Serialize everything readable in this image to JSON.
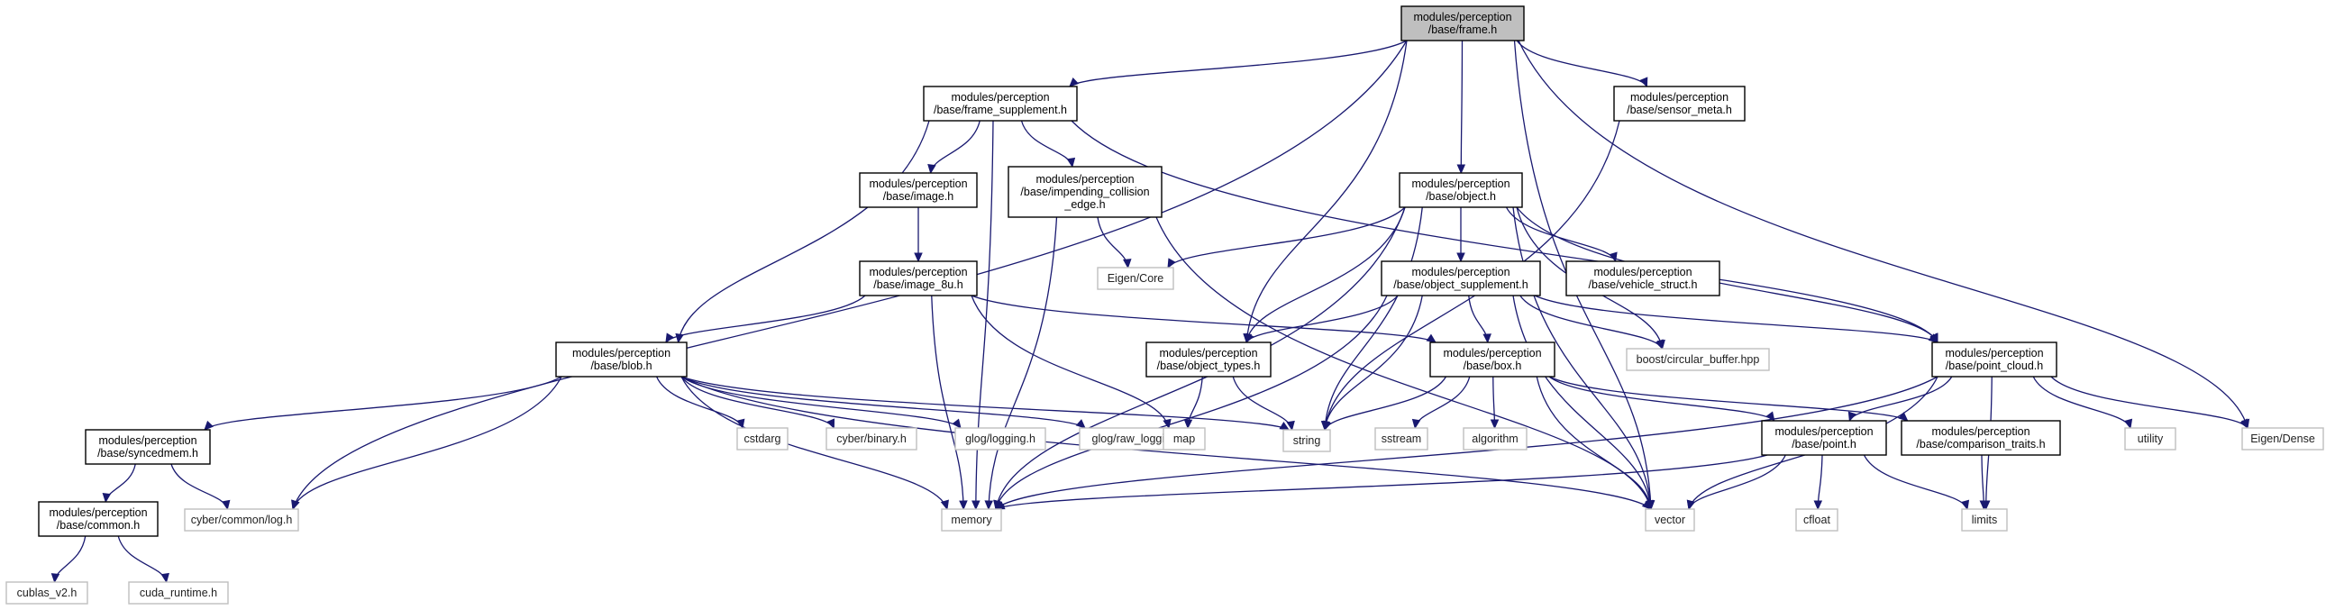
{
  "graph": {
    "nodes": [
      {
        "id": "frame",
        "kind": "root",
        "lines": [
          "modules/perception",
          "/base/frame.h"
        ]
      },
      {
        "id": "frame_supplement",
        "kind": "hdr",
        "lines": [
          "modules/perception",
          "/base/frame_supplement.h"
        ]
      },
      {
        "id": "sensor_meta",
        "kind": "hdr",
        "lines": [
          "modules/perception",
          "/base/sensor_meta.h"
        ]
      },
      {
        "id": "image",
        "kind": "hdr",
        "lines": [
          "modules/perception",
          "/base/image.h"
        ]
      },
      {
        "id": "impending",
        "kind": "hdr",
        "lines": [
          "modules/perception",
          "/base/impending_collision",
          "_edge.h"
        ]
      },
      {
        "id": "object",
        "kind": "hdr",
        "lines": [
          "modules/perception",
          "/base/object.h"
        ]
      },
      {
        "id": "image_8u",
        "kind": "hdr",
        "lines": [
          "modules/perception",
          "/base/image_8u.h"
        ]
      },
      {
        "id": "eigen_core",
        "kind": "sys",
        "lines": [
          "Eigen/Core"
        ]
      },
      {
        "id": "object_supplement",
        "kind": "hdr",
        "lines": [
          "modules/perception",
          "/base/object_supplement.h"
        ]
      },
      {
        "id": "vehicle_struct",
        "kind": "hdr",
        "lines": [
          "modules/perception",
          "/base/vehicle_struct.h"
        ]
      },
      {
        "id": "blob",
        "kind": "hdr",
        "lines": [
          "modules/perception",
          "/base/blob.h"
        ]
      },
      {
        "id": "object_types",
        "kind": "hdr",
        "lines": [
          "modules/perception",
          "/base/object_types.h"
        ]
      },
      {
        "id": "box",
        "kind": "hdr",
        "lines": [
          "modules/perception",
          "/base/box.h"
        ]
      },
      {
        "id": "circular_buffer",
        "kind": "sys",
        "lines": [
          "boost/circular_buffer.hpp"
        ]
      },
      {
        "id": "point_cloud",
        "kind": "hdr",
        "lines": [
          "modules/perception",
          "/base/point_cloud.h"
        ]
      },
      {
        "id": "syncedmem",
        "kind": "hdr",
        "lines": [
          "modules/perception",
          "/base/syncedmem.h"
        ]
      },
      {
        "id": "cstdarg",
        "kind": "sys",
        "lines": [
          "cstdarg"
        ]
      },
      {
        "id": "cyber_binary",
        "kind": "sys",
        "lines": [
          "cyber/binary.h"
        ]
      },
      {
        "id": "glog_logging",
        "kind": "sys",
        "lines": [
          "glog/logging.h"
        ]
      },
      {
        "id": "glog_raw",
        "kind": "sys",
        "lines": [
          "glog/raw_logging.h"
        ]
      },
      {
        "id": "map",
        "kind": "sys",
        "lines": [
          "map"
        ]
      },
      {
        "id": "string",
        "kind": "sys",
        "lines": [
          "string"
        ]
      },
      {
        "id": "sstream",
        "kind": "sys",
        "lines": [
          "sstream"
        ]
      },
      {
        "id": "algorithm",
        "kind": "sys",
        "lines": [
          "algorithm"
        ]
      },
      {
        "id": "point",
        "kind": "hdr",
        "lines": [
          "modules/perception",
          "/base/point.h"
        ]
      },
      {
        "id": "comparison_traits",
        "kind": "hdr",
        "lines": [
          "modules/perception",
          "/base/comparison_traits.h"
        ]
      },
      {
        "id": "utility",
        "kind": "sys",
        "lines": [
          "utility"
        ]
      },
      {
        "id": "eigen_dense",
        "kind": "sys",
        "lines": [
          "Eigen/Dense"
        ]
      },
      {
        "id": "common",
        "kind": "hdr",
        "lines": [
          "modules/perception",
          "/base/common.h"
        ]
      },
      {
        "id": "cyber_log",
        "kind": "sys",
        "lines": [
          "cyber/common/log.h"
        ]
      },
      {
        "id": "memory",
        "kind": "sys",
        "lines": [
          "memory"
        ]
      },
      {
        "id": "vector",
        "kind": "sys",
        "lines": [
          "vector"
        ]
      },
      {
        "id": "cfloat",
        "kind": "sys",
        "lines": [
          "cfloat"
        ]
      },
      {
        "id": "limits",
        "kind": "sys",
        "lines": [
          "limits"
        ]
      },
      {
        "id": "cublas",
        "kind": "sys",
        "lines": [
          "cublas_v2.h"
        ]
      },
      {
        "id": "cuda_runtime",
        "kind": "sys",
        "lines": [
          "cuda_runtime.h"
        ]
      }
    ],
    "edges": [
      [
        "frame",
        "frame_supplement"
      ],
      [
        "frame",
        "sensor_meta"
      ],
      [
        "frame",
        "object"
      ],
      [
        "frame",
        "object_types"
      ],
      [
        "frame",
        "cyber_log"
      ],
      [
        "frame",
        "vector"
      ],
      [
        "frame",
        "eigen_dense"
      ],
      [
        "frame_supplement",
        "image"
      ],
      [
        "frame_supplement",
        "impending"
      ],
      [
        "frame_supplement",
        "blob"
      ],
      [
        "frame_supplement",
        "memory"
      ],
      [
        "frame_supplement",
        "point_cloud"
      ],
      [
        "sensor_meta",
        "string"
      ],
      [
        "image",
        "image_8u"
      ],
      [
        "impending",
        "eigen_core"
      ],
      [
        "impending",
        "memory"
      ],
      [
        "impending",
        "vector"
      ],
      [
        "object",
        "eigen_core"
      ],
      [
        "object",
        "object_supplement"
      ],
      [
        "object",
        "vehicle_struct"
      ],
      [
        "object",
        "object_types"
      ],
      [
        "object",
        "string"
      ],
      [
        "object",
        "memory"
      ],
      [
        "object",
        "circular_buffer"
      ],
      [
        "object",
        "point_cloud"
      ],
      [
        "object",
        "vector"
      ],
      [
        "image_8u",
        "blob"
      ],
      [
        "image_8u",
        "box"
      ],
      [
        "image_8u",
        "map"
      ],
      [
        "image_8u",
        "memory"
      ],
      [
        "object_supplement",
        "object_types"
      ],
      [
        "object_supplement",
        "box"
      ],
      [
        "object_supplement",
        "point_cloud"
      ],
      [
        "object_supplement",
        "circular_buffer"
      ],
      [
        "object_supplement",
        "string"
      ],
      [
        "object_supplement",
        "memory"
      ],
      [
        "object_supplement",
        "vector"
      ],
      [
        "blob",
        "syncedmem"
      ],
      [
        "blob",
        "cstdarg"
      ],
      [
        "blob",
        "cyber_binary"
      ],
      [
        "blob",
        "glog_logging"
      ],
      [
        "blob",
        "glog_raw"
      ],
      [
        "blob",
        "string"
      ],
      [
        "blob",
        "memory"
      ],
      [
        "blob",
        "vector"
      ],
      [
        "blob",
        "cyber_log"
      ],
      [
        "object_types",
        "map"
      ],
      [
        "object_types",
        "string"
      ],
      [
        "box",
        "string"
      ],
      [
        "box",
        "sstream"
      ],
      [
        "box",
        "algorithm"
      ],
      [
        "box",
        "point"
      ],
      [
        "box",
        "comparison_traits"
      ],
      [
        "box",
        "vector"
      ],
      [
        "point_cloud",
        "point"
      ],
      [
        "point_cloud",
        "utility"
      ],
      [
        "point_cloud",
        "eigen_dense"
      ],
      [
        "point_cloud",
        "vector"
      ],
      [
        "point_cloud",
        "memory"
      ],
      [
        "point_cloud",
        "limits"
      ],
      [
        "syncedmem",
        "common"
      ],
      [
        "syncedmem",
        "cyber_log"
      ],
      [
        "point",
        "memory"
      ],
      [
        "point",
        "vector"
      ],
      [
        "point",
        "cfloat"
      ],
      [
        "point",
        "limits"
      ],
      [
        "comparison_traits",
        "limits"
      ],
      [
        "common",
        "cublas"
      ],
      [
        "common",
        "cuda_runtime"
      ]
    ]
  }
}
